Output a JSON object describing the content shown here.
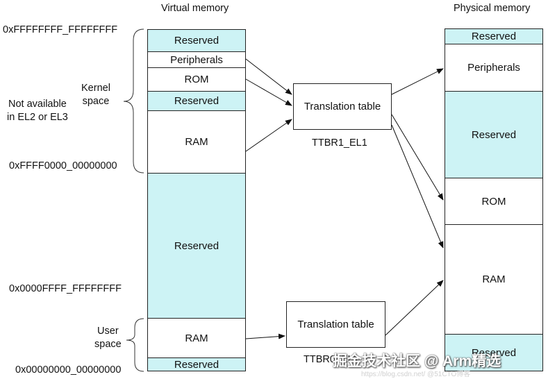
{
  "headers": {
    "virtual": "Virtual memory",
    "physical": "Physical memory"
  },
  "addresses": {
    "kernel_top": "0xFFFFFFFF_FFFFFFFF",
    "kernel_bottom": "0xFFFF0000_00000000",
    "user_top": "0x0000FFFF_FFFFFFFF",
    "user_bottom": "0x00000000_00000000"
  },
  "side_labels": {
    "kernel_line1": "Kernel",
    "kernel_line2": "space",
    "not_avail_line1": "Not available",
    "not_avail_line2": "in EL2 or EL3",
    "user_line1": "User",
    "user_line2": "space"
  },
  "virtual_regions": [
    "Reserved",
    "Peripherals",
    "ROM",
    "Reserved",
    "RAM",
    "Reserved",
    "RAM",
    "Reserved"
  ],
  "physical_regions": [
    "Reserved",
    "Peripherals",
    "Reserved",
    "ROM",
    "RAM",
    "Reserved"
  ],
  "translation": {
    "upper_box": "Translation table",
    "upper_reg": "TTBR1_EL1",
    "lower_box": "Translation table",
    "lower_reg": "TTBR0_EL1"
  },
  "watermark": {
    "main": "掘金技术社区 @ Arm精选",
    "sub": "https://blog.csdn.net/ @51CTO博客"
  },
  "colors": {
    "reserved_fill": "#cdf3f5",
    "region_fill": "#ffffff",
    "stroke": "#222222"
  }
}
